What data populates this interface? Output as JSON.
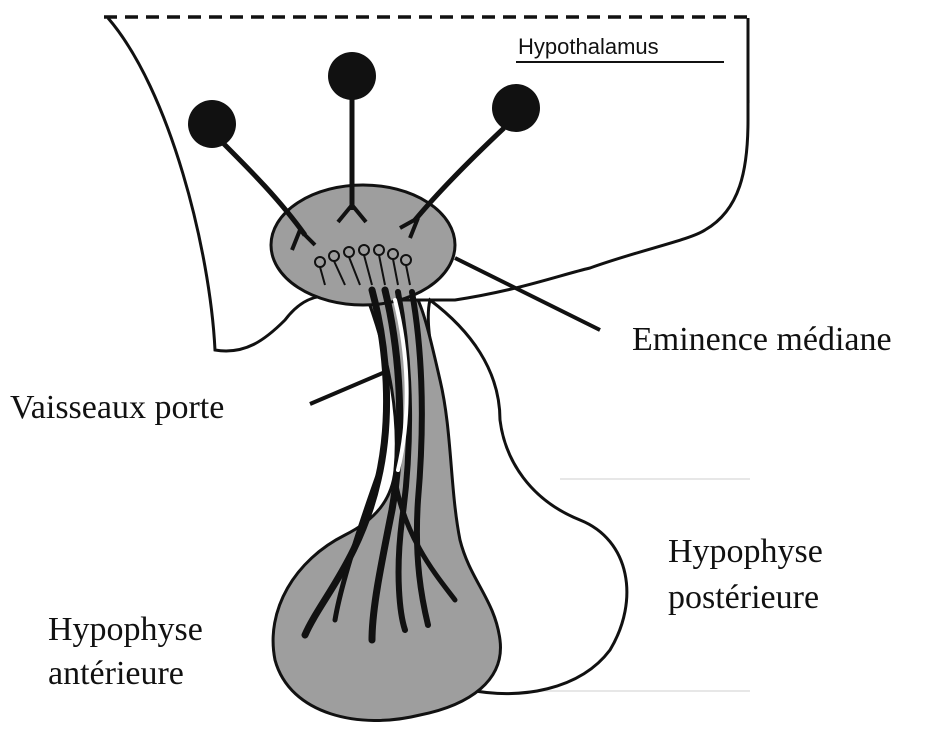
{
  "labels": {
    "hypothalamus": "Hypothalamus",
    "eminence": "Eminence médiane",
    "portal_vessels": "Vaisseaux porte",
    "posterior_line1": "Hypophyse",
    "posterior_line2": "postérieure",
    "anterior_line1": "Hypophyse",
    "anterior_line2": "antérieure"
  },
  "colors": {
    "outline": "#111111",
    "tissue_fill": "#9e9e9e",
    "background": "#ffffff",
    "show_through": "#c4c4c4"
  },
  "neurons": {
    "count": 3
  }
}
